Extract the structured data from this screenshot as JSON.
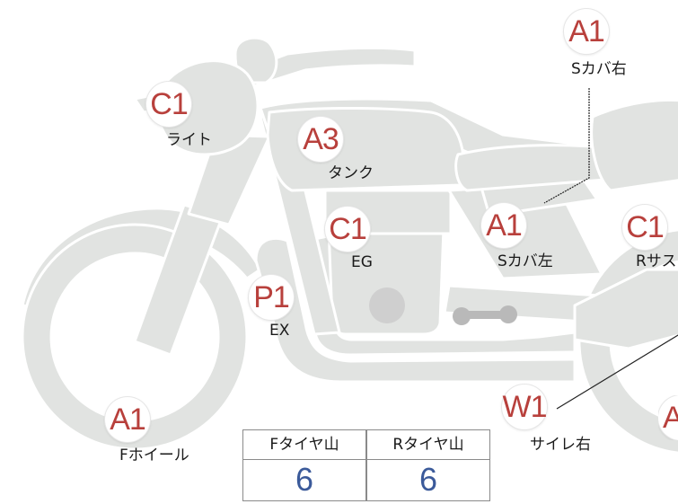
{
  "colors": {
    "grade": "#b8403c",
    "value": "#3b5a9a",
    "body_fill": "#e1e3e1",
    "body_stroke": "#ffffff"
  },
  "markers": [
    {
      "id": "scover-right",
      "grade": "A1",
      "label": "Sカバ右"
    },
    {
      "id": "light",
      "grade": "C1",
      "label": "ライト"
    },
    {
      "id": "tank",
      "grade": "A3",
      "label": "タンク"
    },
    {
      "id": "engine",
      "grade": "C1",
      "label": "EG"
    },
    {
      "id": "scover-left",
      "grade": "A1",
      "label": "Sカバ左"
    },
    {
      "id": "rsus",
      "grade": "C1",
      "label": "Rサス"
    },
    {
      "id": "exhaust",
      "grade": "P1",
      "label": "EX"
    },
    {
      "id": "fwheel",
      "grade": "A1",
      "label": "Fホイール"
    },
    {
      "id": "silencer-right",
      "grade": "W1",
      "label": "サイレ右"
    },
    {
      "id": "rwheel",
      "grade": "A",
      "label": ""
    }
  ],
  "tire_table": {
    "headers": [
      "Fタイヤ山",
      "Rタイヤ山"
    ],
    "values": [
      "6",
      "6"
    ]
  }
}
